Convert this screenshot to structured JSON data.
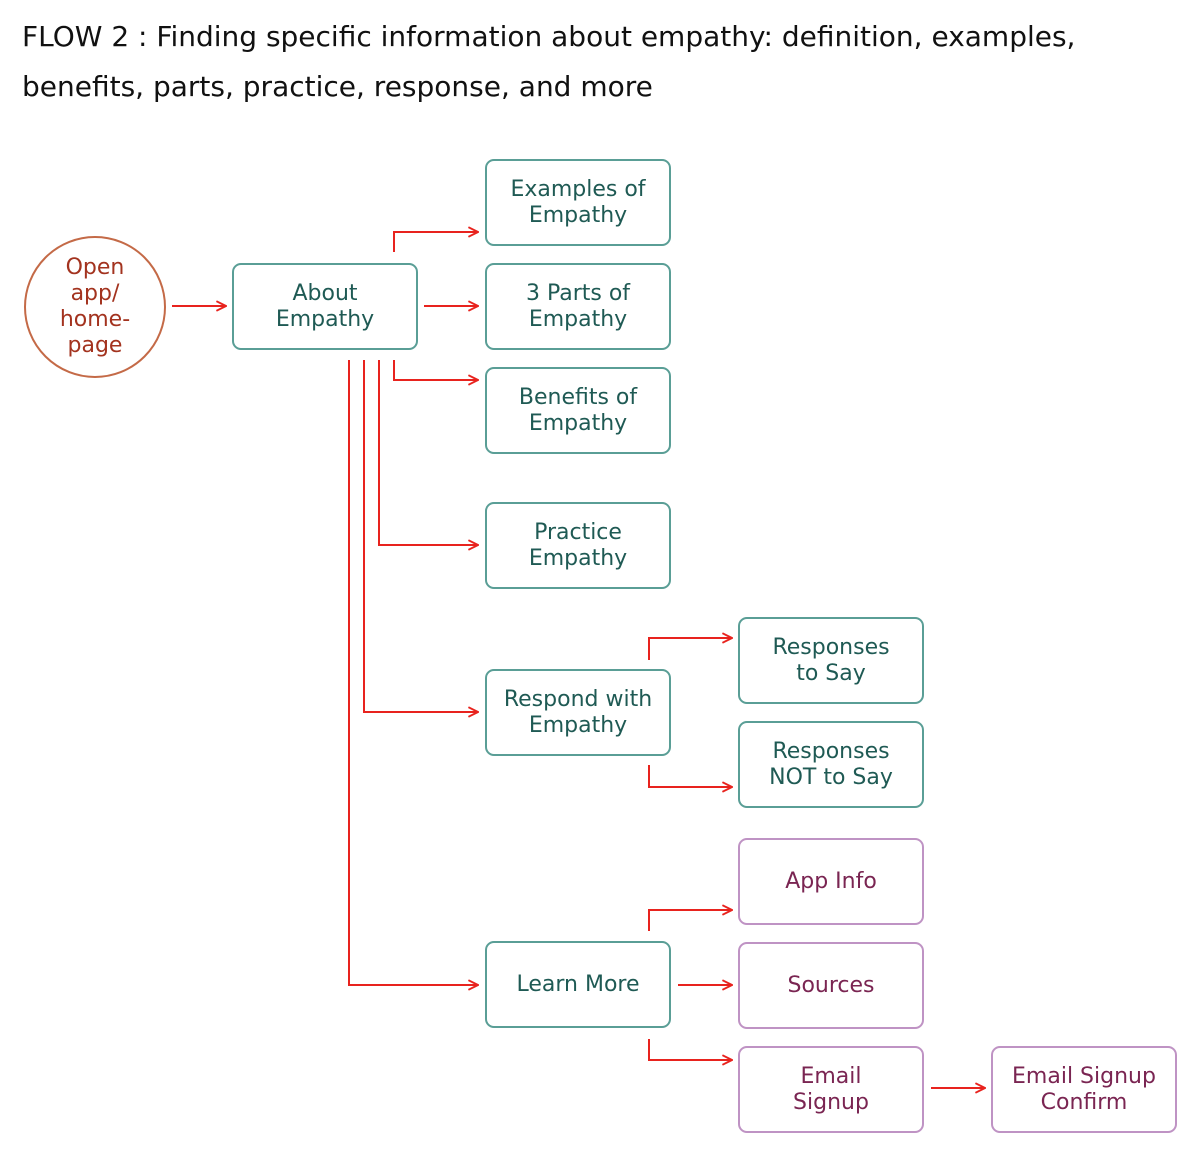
{
  "title": {
    "line1": "FLOW 2 : Finding specific information about empathy: definition, examples,",
    "line2": "benefits, parts, practice, response, and more"
  },
  "colors": {
    "arrow": "#e8231e",
    "teal_border": "#5a9e96",
    "teal_text": "#1f5a54",
    "purple_border": "#bf93c4",
    "purple_text": "#7a2552",
    "start_border": "#c46a47",
    "start_text": "#a3331f"
  },
  "nodes": {
    "open_app": [
      "Open",
      "app/",
      "home-",
      "page"
    ],
    "about_empathy": [
      "About",
      "Empathy"
    ],
    "examples": [
      "Examples of",
      "Empathy"
    ],
    "three_parts": [
      "3 Parts of",
      "Empathy"
    ],
    "benefits": [
      "Benefits of",
      "Empathy"
    ],
    "practice": [
      "Practice",
      "Empathy"
    ],
    "respond": [
      "Respond with",
      "Empathy"
    ],
    "responses_say": [
      "Responses",
      "to Say"
    ],
    "responses_not_say": [
      "Responses",
      "NOT to Say"
    ],
    "learn_more": [
      "Learn More"
    ],
    "app_info": [
      "App Info"
    ],
    "sources": [
      "Sources"
    ],
    "email_signup": [
      "Email",
      "Signup"
    ],
    "email_confirm": [
      "Email Signup",
      "Confirm"
    ]
  }
}
